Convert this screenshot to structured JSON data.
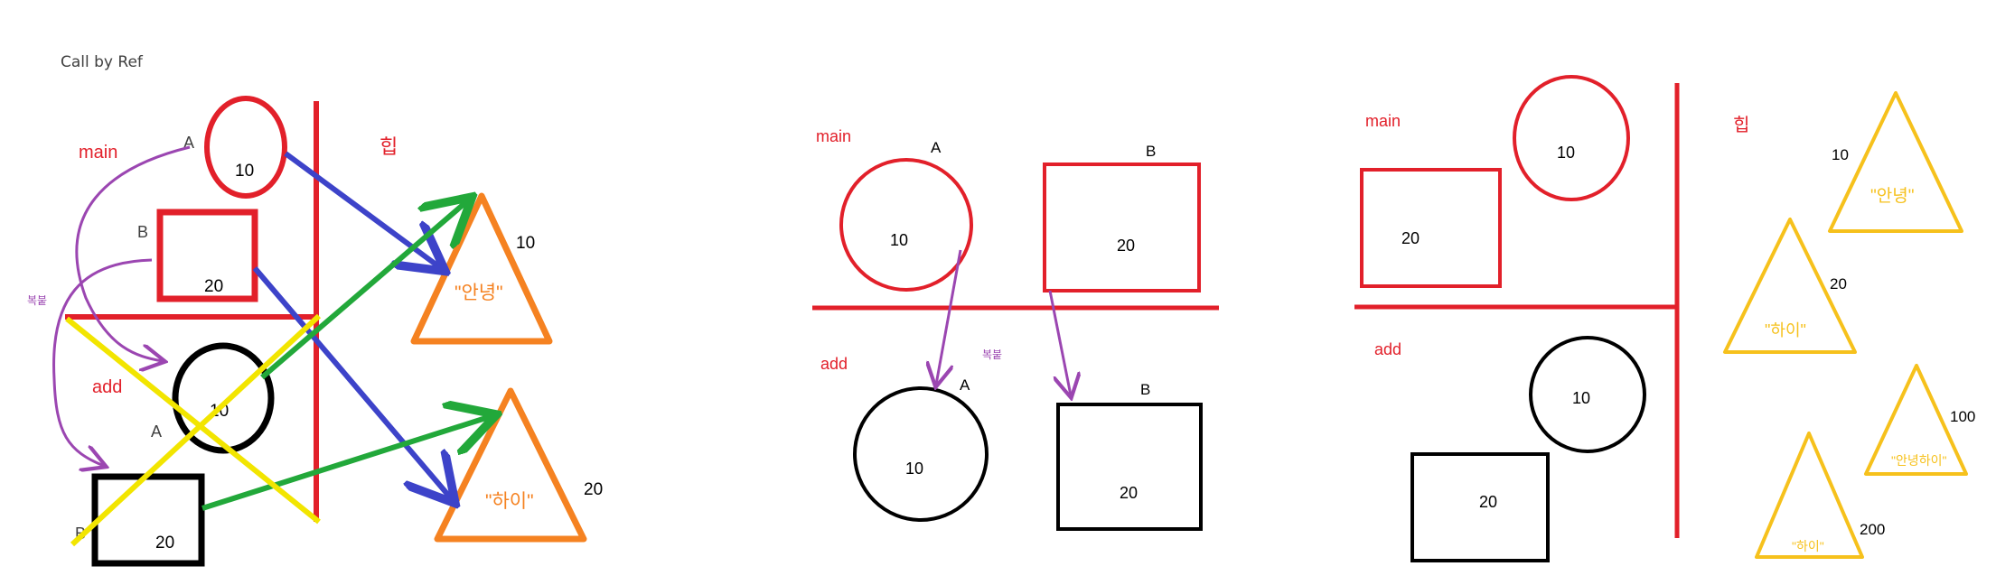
{
  "colors": {
    "red": "#e2202a",
    "black": "#000000",
    "blue": "#3d43c9",
    "green": "#22a83a",
    "orange": "#f58221",
    "yellow": "#f2e500",
    "purple": "#9b46b1",
    "gold": "#f6c11c",
    "gray": "#404040"
  },
  "panel1": {
    "title": "Call by Ref",
    "main_label": "main",
    "add_label": "add",
    "heap_label": "힙",
    "copy_label": "복붙",
    "a_label_main": "A",
    "b_label_main": "B",
    "a_label_add": "A",
    "b_label_add": "B",
    "main_a_value": "10",
    "main_b_value": "20",
    "add_a_value": "10",
    "add_b_value": "20",
    "tri1_text": "\"안녕\"",
    "tri1_value": "10",
    "tri2_text": "\"하이\"",
    "tri2_value": "20"
  },
  "panel2": {
    "main_label": "main",
    "add_label": "add",
    "copy_label": "복붙",
    "a_label_main": "A",
    "b_label_main": "B",
    "a_label_add": "A",
    "b_label_add": "B",
    "main_a_value": "10",
    "main_b_value": "20",
    "add_a_value": "10",
    "add_b_value": "20"
  },
  "panel3": {
    "main_label": "main",
    "add_label": "add",
    "heap_label": "힙",
    "main_circle_value": "10",
    "main_rect_value": "20",
    "add_circle_value": "10",
    "add_rect_value": "20",
    "tri1_text": "\"안녕\"",
    "tri1_value": "10",
    "tri2_text": "\"하이\"",
    "tri2_value": "20",
    "tri3_text": "\"안녕하이\"",
    "tri3_value": "100",
    "tri4_text": "\"하이\"",
    "tri4_value": "200"
  }
}
